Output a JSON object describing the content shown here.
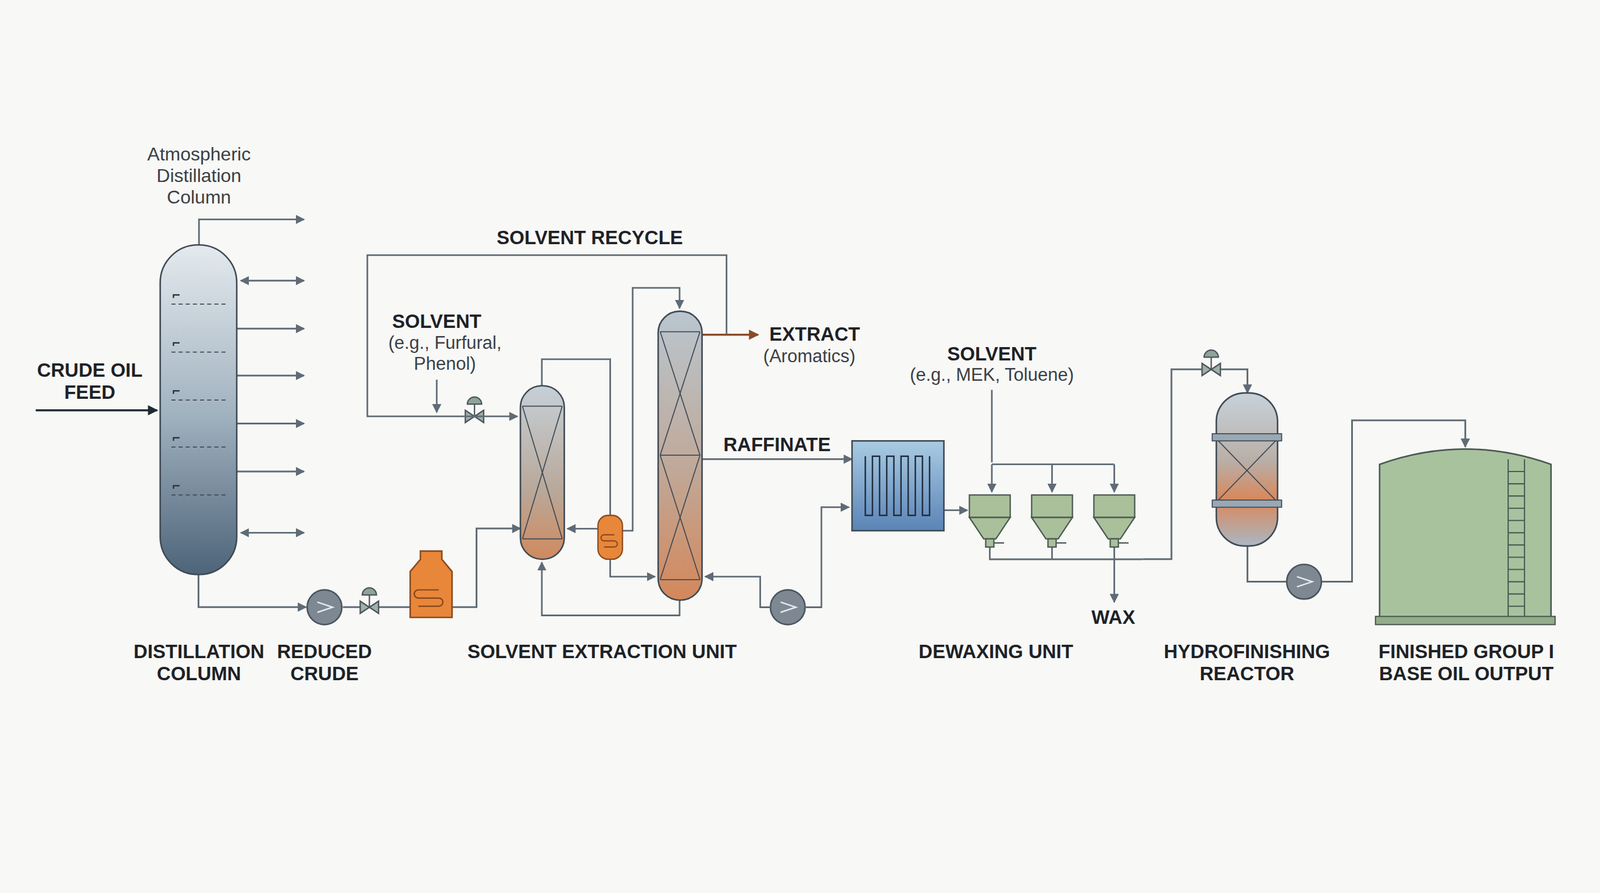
{
  "diagram": {
    "nodes": [
      {
        "text": [
          "Atmospheric Distillation Column",
          "DISTILLATION COLUMN"
        ]
      },
      {
        "text": [
          "REDUCED CRUDE"
        ]
      },
      {
        "text": [
          "SOLVENT EXTRACTION UNIT"
        ]
      },
      {
        "text": [
          "DEWAXING UNIT"
        ]
      },
      {
        "text": [
          "HYDROFINISHING REACTOR"
        ]
      },
      {
        "text": [
          "FINISHED GROUP I BASE OIL OUTPUT"
        ]
      }
    ],
    "edges": [
      {
        "from": 0,
        "to": 1,
        "arrow": "to"
      },
      {
        "from": 1,
        "to": 2,
        "arrow": "to"
      },
      {
        "from": 2,
        "to": 3,
        "label": "RAFFINATE",
        "arrow": "to"
      },
      {
        "from": 3,
        "to": 4,
        "arrow": "to"
      },
      {
        "from": 4,
        "to": 5,
        "arrow": "to"
      }
    ],
    "labels": [
      "CRUDE OIL FEED",
      "SOLVENT RECYCLE",
      "SOLVENT",
      "(e.g., Furfural, Phenol)",
      "EXTRACT",
      "(Aromatics)",
      "SOLVENT",
      "(e.g., MEK, Toluene)",
      "WAX"
    ]
  }
}
